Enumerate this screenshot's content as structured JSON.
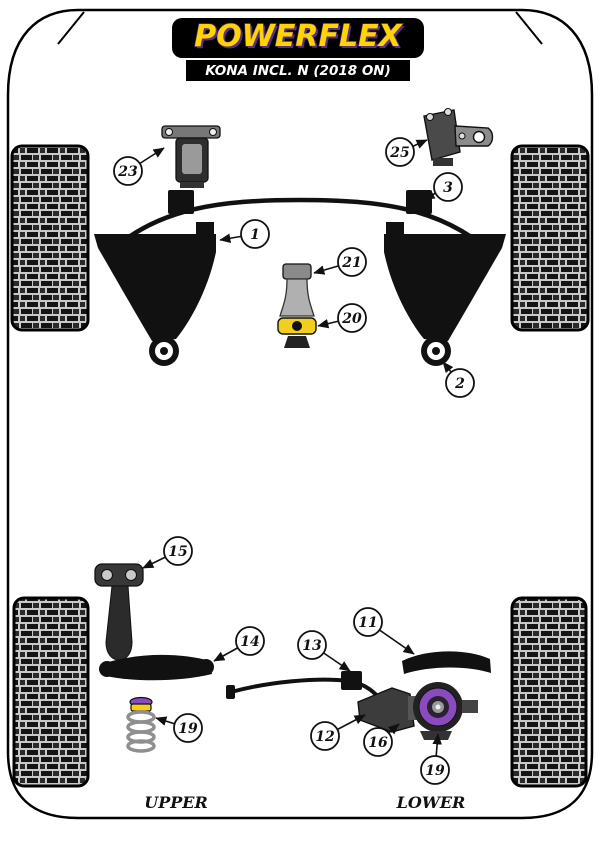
{
  "header": {
    "brand": "POWERFLEX",
    "model": "KONA INCL. N (2018 ON)"
  },
  "section_labels": {
    "upper": "UPPER",
    "lower": "LOWER"
  },
  "callouts": {
    "c23": "23",
    "c25": "25",
    "c3": "3",
    "c1": "1",
    "c21": "21",
    "c20": "20",
    "c2": "2",
    "c15": "15",
    "c14": "14",
    "c13": "13",
    "c11": "11",
    "c19a": "19",
    "c12": "12",
    "c16": "16",
    "c19b": "19"
  },
  "colors": {
    "logo_yellow": "#FFD400",
    "logo_purple": "#5B2D8E",
    "bush_yellow": "#F2CF1D",
    "bush_purple": "#8A4BBF"
  }
}
